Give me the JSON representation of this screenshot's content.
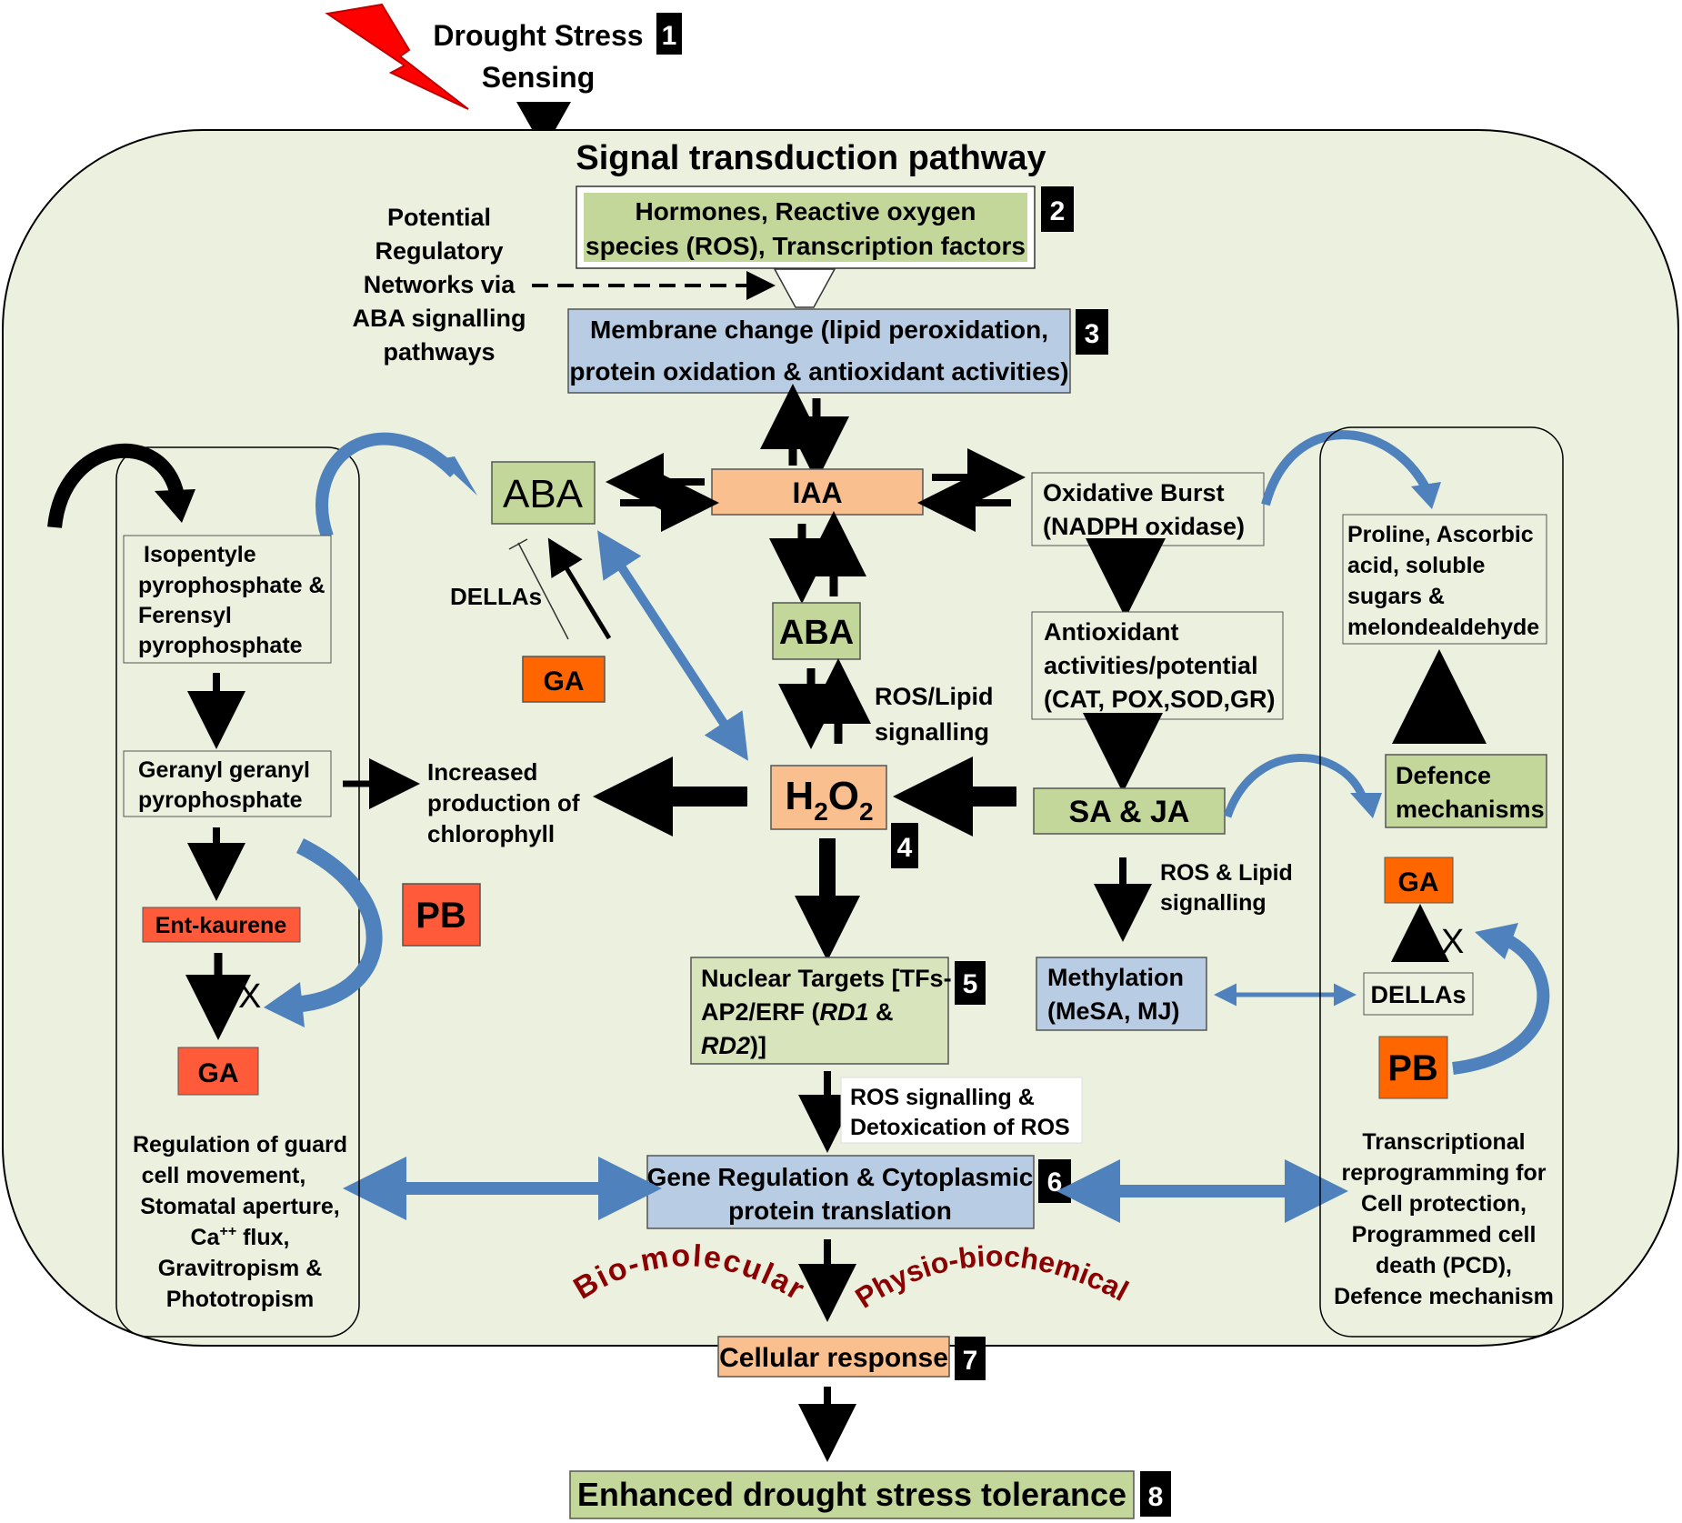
{
  "colors": {
    "background_panel": "#ebf1de",
    "green_box": "#c4d79b",
    "light_green_box": "#d8e4bc",
    "blue_box": "#b8cce4",
    "peach_box": "#fabf8f",
    "orange": "#ff6600",
    "red_orange": "#ff5b3a",
    "blue_arrow": "#4f81bd",
    "dark_red_text": "#8b0000",
    "bolt_red": "#ff0000",
    "black": "#000000"
  },
  "header": {
    "sensing_line1": "Drought Stress",
    "sensing_line2": "Sensing",
    "step1": "1",
    "title": "Signal transduction pathway"
  },
  "steps": {
    "s2": "2",
    "s3": "3",
    "s4": "4",
    "s5": "5",
    "s6": "6",
    "s7": "7",
    "s8": "8"
  },
  "hormones_box": {
    "line1": "Hormones, Reactive oxygen",
    "line2": "species  (ROS), Transcription factors"
  },
  "regulatory_note": {
    "line1": "Potential",
    "line2": "Regulatory",
    "line3": "Networks via",
    "line4": "ABA signalling",
    "line5": "pathways"
  },
  "membrane_box": {
    "line1": "Membrane change (lipid peroxidation,",
    "line2": "protein oxidation & antioxidant activities)"
  },
  "center": {
    "aba_top": "ABA",
    "iaa": "IAA",
    "aba_mid": "ABA",
    "h2o2_h": "H",
    "h2o2_2a": "2",
    "h2o2_o": "O",
    "h2o2_2b": "2",
    "dellas": "DELLAs",
    "ga": "GA",
    "ros_lipid_1": "ROS/Lipid",
    "ros_lipid_2": "signalling",
    "chlorophyll_1": "Increased",
    "chlorophyll_2": "production of",
    "chlorophyll_3": "chlorophyll",
    "pb": "PB"
  },
  "right": {
    "oxidative_1": "Oxidative Burst",
    "oxidative_2": "(NADPH oxidase)",
    "antiox_1": "Antioxidant",
    "antiox_2": "activities/potential",
    "antiox_3": "(CAT, POX,SOD,GR)",
    "sa_ja": "SA  &  JA",
    "ros_lipid2_1": "ROS & Lipid",
    "ros_lipid2_2": "signalling",
    "methylation_1": "Methylation",
    "methylation_2": "(MeSA, MJ)",
    "proline_1": "Proline, Ascorbic",
    "proline_2": "acid, soluble",
    "proline_3": "sugars &",
    "proline_4": "melondealdehyde",
    "defence_1": "Defence",
    "defence_2": "mechanisms",
    "ga": "GA",
    "x": "X",
    "dellas": "DELLAs",
    "pb": "PB",
    "trans_1": "Transcriptional",
    "trans_2": "reprogramming for",
    "trans_3": "Cell protection,",
    "trans_4": "Programmed cell",
    "trans_5": "death (PCD),",
    "trans_6": "Defence mechanism"
  },
  "left": {
    "iso_1": "Isopentyle",
    "iso_2": "pyrophosphate &",
    "iso_3": "Ferensyl",
    "iso_4": "pyrophosphate",
    "geranyl_1": "Geranyl geranyl",
    "geranyl_2": "pyrophosphate",
    "entkaurene": "Ent-kaurene",
    "x": "X",
    "ga": "GA",
    "reg_1": "Regulation of guard",
    "reg_2": "cell movement,",
    "reg_3": "Stomatal aperture,",
    "reg_4a": "Ca",
    "reg_4sup": "++",
    "reg_4b": " flux,",
    "reg_5": "Gravitropism &",
    "reg_6": "Phototropism"
  },
  "nuclear": {
    "line1": "Nuclear Targets [TFs-",
    "line2a": "AP2/ERF (",
    "line2b": "RD1",
    "line2c": " &",
    "line3a": "RD2",
    "line3b": ")]"
  },
  "ros_detox": {
    "line1": "ROS signalling &",
    "line2": "Detoxication of ROS"
  },
  "gene_box": {
    "line1": "Gene Regulation & Cytoplasmic",
    "line2": "protein translation"
  },
  "arc_labels": {
    "left": "Bio-molecular",
    "right": "Physio-biochemical"
  },
  "cellular": "Cellular response",
  "tolerance": "Enhanced drought stress tolerance"
}
